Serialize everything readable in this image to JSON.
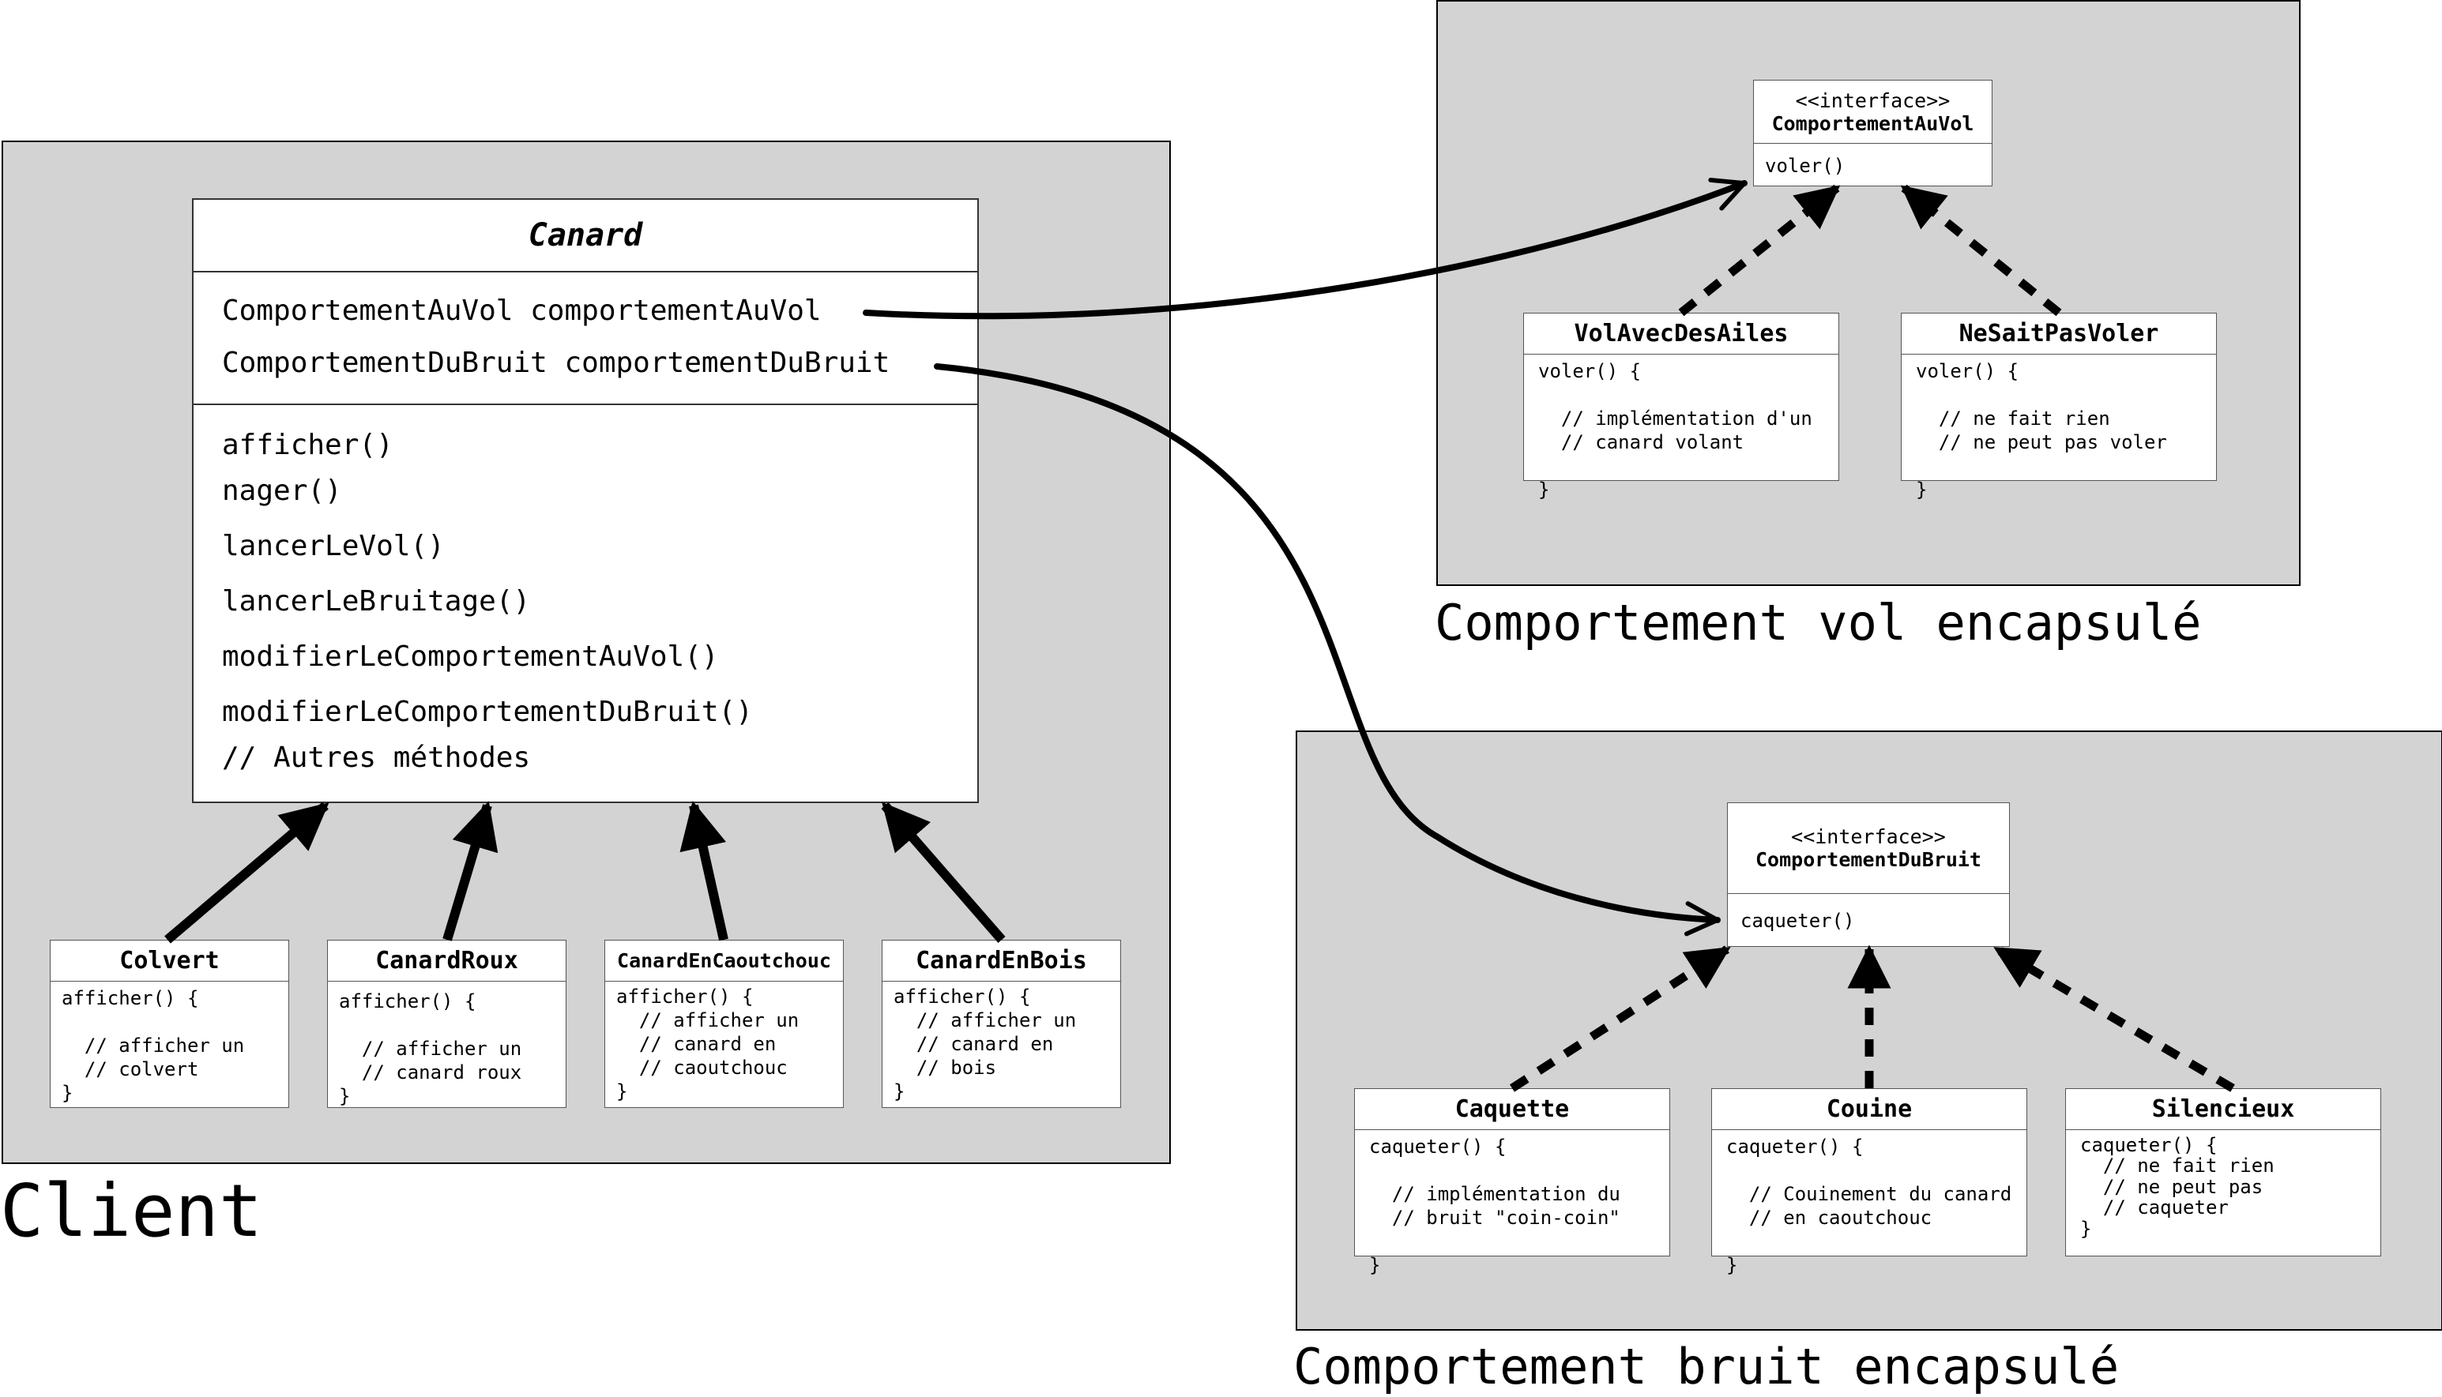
{
  "groups": {
    "client": {
      "label": "Client"
    },
    "vol": {
      "label": "Comportement vol encapsulé"
    },
    "bruit": {
      "label": "Comportement bruit encapsulé"
    }
  },
  "canard": {
    "name": "Canard",
    "attributes": [
      "ComportementAuVol comportementAuVol",
      "ComportementDuBruit comportementDuBruit"
    ],
    "methods": [
      "afficher()",
      "nager()",
      "lancerLeVol()",
      "lancerLeBruitage()",
      "modifierLeComportementAuVol()",
      "modifierLeComportementDuBruit()",
      "// Autres méthodes"
    ]
  },
  "subclasses": [
    {
      "name": "Colvert",
      "body": "afficher() {\n\n  // afficher un\n  // colvert\n}"
    },
    {
      "name": "CanardRoux",
      "body": "afficher() {\n\n  // afficher un\n  // canard roux\n}"
    },
    {
      "name": "CanardEnCaoutchouc",
      "body": "afficher() {\n  // afficher un\n  // canard en\n  // caoutchouc\n}"
    },
    {
      "name": "CanardEnBois",
      "body": "afficher() {\n  // afficher un\n  // canard en\n  // bois\n}"
    }
  ],
  "vol_interface": {
    "stereotype": "<<interface>>",
    "name": "ComportementAuVol",
    "body": "voler()"
  },
  "vol_impls": [
    {
      "name": "VolAvecDesAiles",
      "body": "voler() {\n\n  // implémentation d'un\n  // canard volant\n\n}"
    },
    {
      "name": "NeSaitPasVoler",
      "body": "voler() {\n\n  // ne fait rien\n  // ne peut pas voler\n\n}"
    }
  ],
  "bruit_interface": {
    "stereotype": "<<interface>>",
    "name": "ComportementDuBruit",
    "body": "caqueter()"
  },
  "bruit_impls": [
    {
      "name": "Caquette",
      "body": "caqueter() {\n\n  // implémentation du\n  // bruit \"coin-coin\"\n\n}"
    },
    {
      "name": "Couine",
      "body": "caqueter() {\n\n  // Couinement du canard\n  // en caoutchouc\n\n}"
    },
    {
      "name": "Silencieux",
      "body": "caqueter() {\n  // ne fait rien\n  // ne peut pas\n  // caqueter\n}"
    }
  ]
}
